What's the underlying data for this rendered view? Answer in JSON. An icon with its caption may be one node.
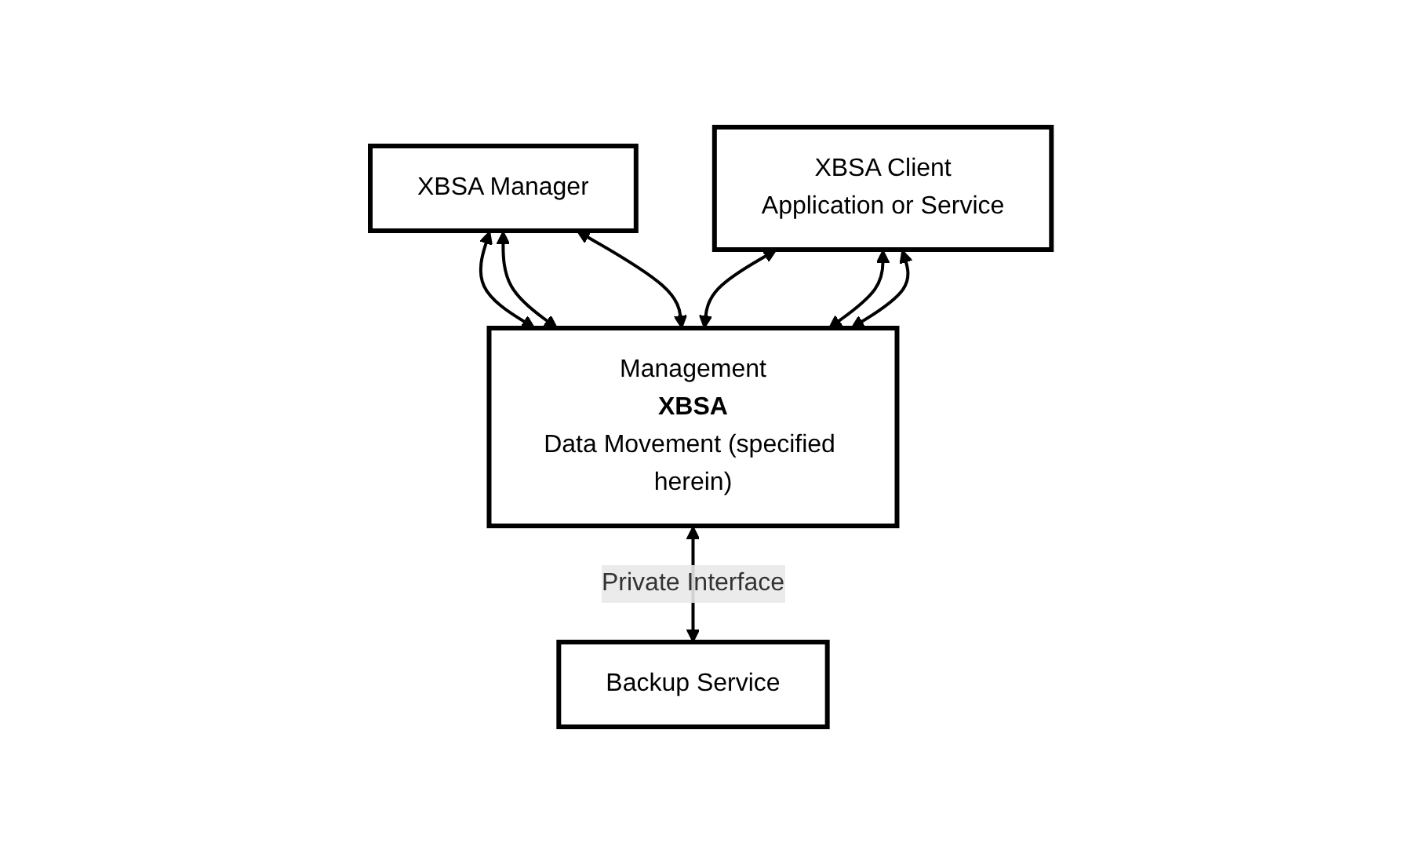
{
  "diagram": {
    "nodes": [
      {
        "text": [
          "XBSA Manager"
        ]
      },
      {
        "text": [
          "XBSA Client",
          "Application or Service"
        ]
      },
      {
        "text": [
          "Management",
          "XBSA",
          "Data Movement (specified herein)"
        ]
      },
      {
        "text": [
          "Backup Service"
        ]
      }
    ],
    "edges": [
      {
        "from": 0,
        "to": 2,
        "arrow": "both"
      },
      {
        "from": 0,
        "to": 2,
        "arrow": "both"
      },
      {
        "from": 0,
        "to": 2,
        "arrow": "both"
      },
      {
        "from": 1,
        "to": 2,
        "arrow": "both"
      },
      {
        "from": 1,
        "to": 2,
        "arrow": "both"
      },
      {
        "from": 1,
        "to": 2,
        "arrow": "both"
      },
      {
        "from": 2,
        "to": 3,
        "arrow": "both",
        "label": "Private Interface"
      }
    ]
  }
}
